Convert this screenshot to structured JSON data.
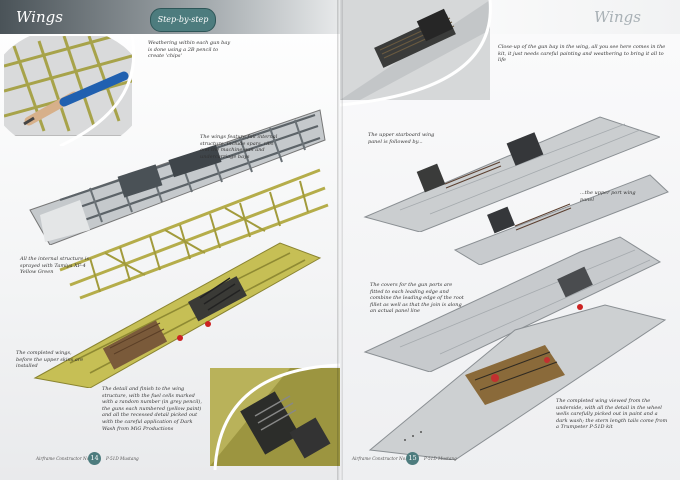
{
  "left_page": {
    "title": "Wings",
    "badge": "Step-by-step",
    "captions": {
      "weathering": "Weathering within each gun bay is done using a 2B pencil to create 'chips'",
      "internal": "The wings feature full internal structure, include spars, ribs and the machine-gun and undercarriage bays",
      "yellow": "All the internal structure is sprayed with Tamiya XF-4 Yellow Green",
      "completed": "The completed wings, before the upper skins are installed",
      "detail": "The detail and finish to the wing structure, with the fuel cells marked with a random number (in grey pencil), the guns each numbered (yellow paint) and all the recessed detail picked out with the careful application of Dark Wash from MiG Productions"
    },
    "footer": {
      "magazine": "Airframe Constructor No.1",
      "subject": "P-51D Mustang",
      "page": "14"
    }
  },
  "right_page": {
    "title": "Wings",
    "captions": {
      "gunbay": "Close-up of the gun bay in the wing, all you see here comes in the kit, it just needs careful painting and weathering to bring it all to life",
      "starboard": "The upper starboard wing panel is followed by...",
      "port": "...the upper port wing panel",
      "covers": "The covers for the gun ports are fitted to each leading edge and combine the leading edge of the root fillet as well as that the join is along an actual panel line",
      "underside": "The completed wing viewed from the underside, with all the detail in the wheel wells carefully picked out in paint and a dark wash; the stern length tails come from a Trumpeter P-51D kit"
    },
    "footer": {
      "magazine": "Airframe Constructor No.1",
      "subject": "P-51D Mustang",
      "page": "15"
    }
  },
  "colors": {
    "accent": "#4d7c7e",
    "yellow_green": "#b5ad4a",
    "wing_grey": "#c9ccce",
    "structure_grey": "#8a9196"
  }
}
